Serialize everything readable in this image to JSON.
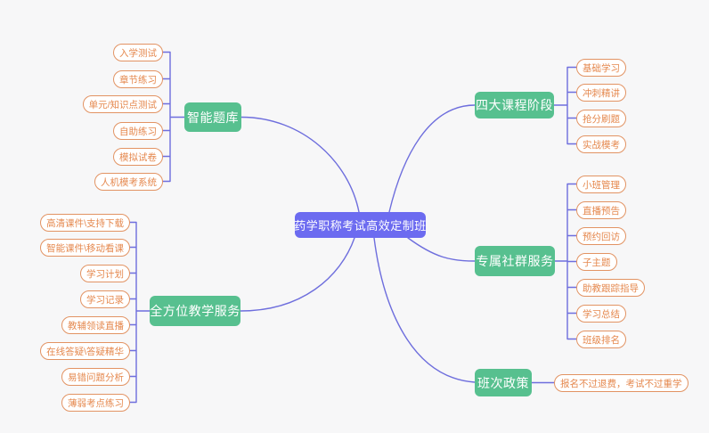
{
  "colors": {
    "bg": "#f7f7f8",
    "root_fill": "#6c6bf0",
    "branch_fill": "#57c08f",
    "leaf_border": "#e29363",
    "leaf_text": "#e5884e",
    "line": "#6e6edd",
    "node_text": "#ffffff"
  },
  "mindmap": {
    "root": {
      "label": "药学职称考试高效定制班"
    },
    "branches": [
      {
        "label": "智能题库",
        "children": [
          "入学测试",
          "章节练习",
          "单元/知识点测试",
          "自助练习",
          "模拟试卷",
          "人机模考系统"
        ]
      },
      {
        "label": "全方位教学服务",
        "children": [
          "高清课件\\支持下载",
          "智能课件\\移动看课",
          "学习计划",
          "学习记录",
          "教辅领读直播",
          "在线答疑\\答疑精华",
          "易错问题分析",
          "薄弱考点练习"
        ]
      },
      {
        "label": "四大课程阶段",
        "children": [
          "基础学习",
          "冲刺精讲",
          "抢分刷题",
          "实战模考"
        ]
      },
      {
        "label": "专属社群服务",
        "children": [
          "小班管理",
          "直播预告",
          "预约回访",
          "子主题",
          "助教跟踪指导",
          "学习总结",
          "班级排名"
        ]
      },
      {
        "label": "班次政策",
        "children": [
          "报名不过退费，考试不过重学"
        ]
      }
    ]
  }
}
